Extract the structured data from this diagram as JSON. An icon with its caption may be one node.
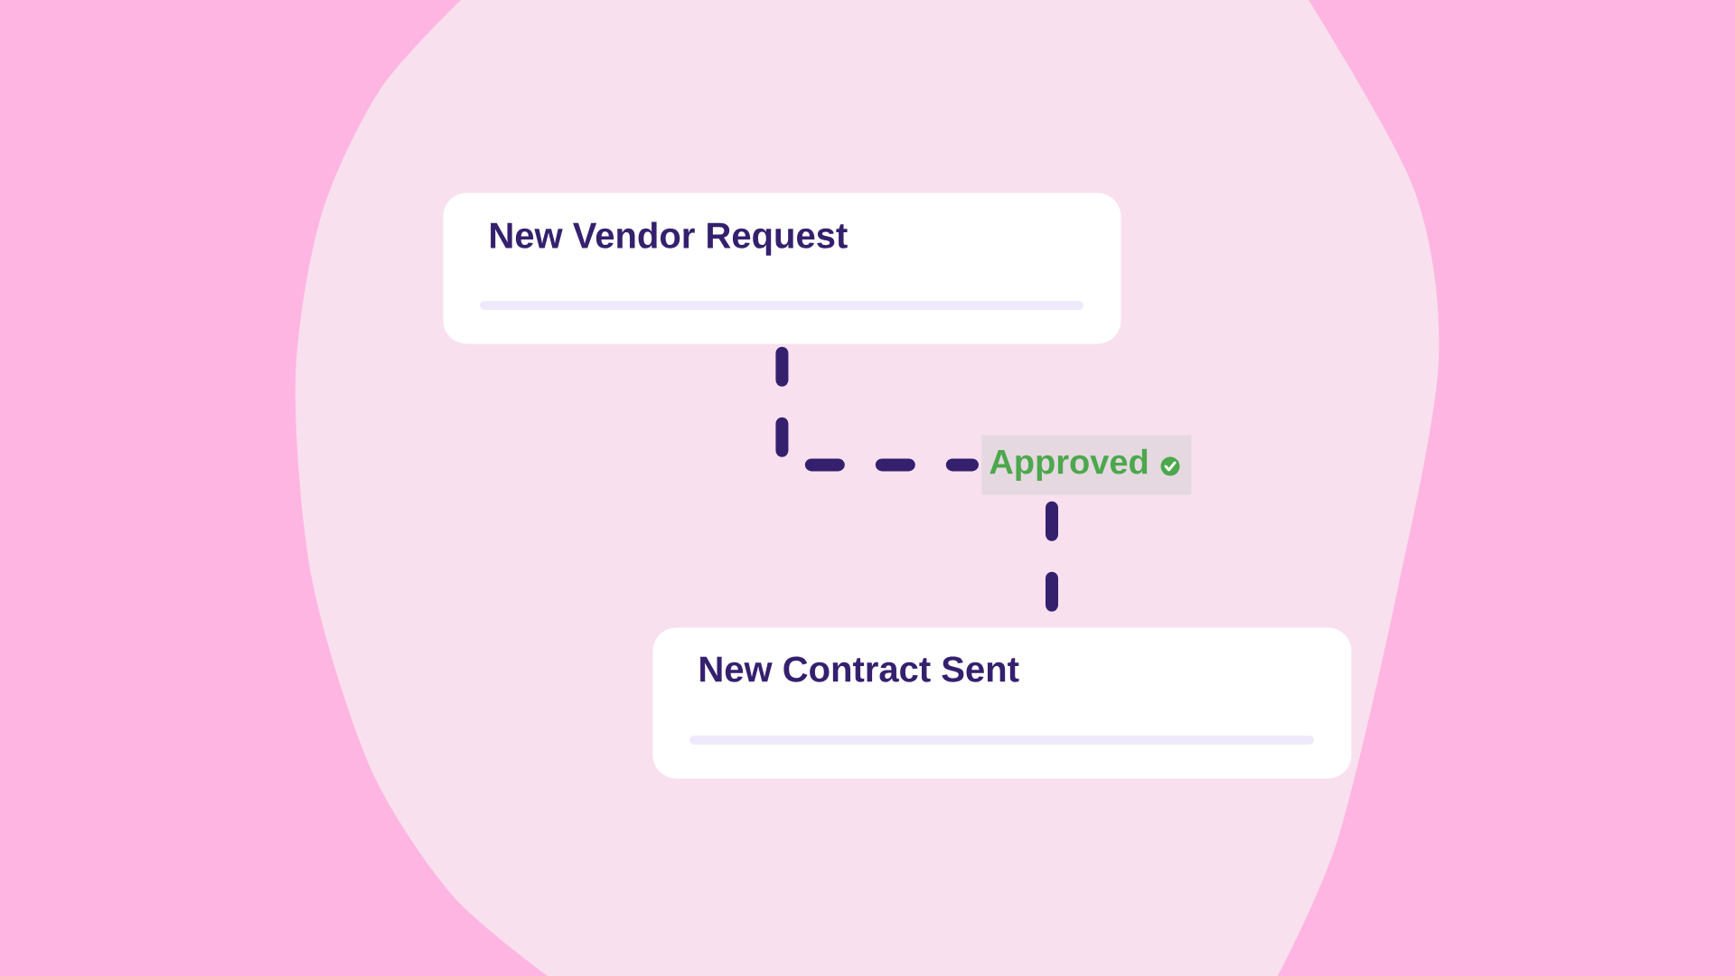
{
  "diagram": {
    "nodes": [
      {
        "text": [
          "New Vendor Request"
        ]
      },
      {
        "text": [
          "Approved"
        ]
      },
      {
        "text": [
          "New Contract Sent"
        ]
      }
    ],
    "edges": [
      {
        "from": 0,
        "to": 1,
        "arrow": "none",
        "style": "dashed"
      },
      {
        "from": 1,
        "to": 2,
        "arrow": "none",
        "style": "dashed"
      }
    ]
  }
}
